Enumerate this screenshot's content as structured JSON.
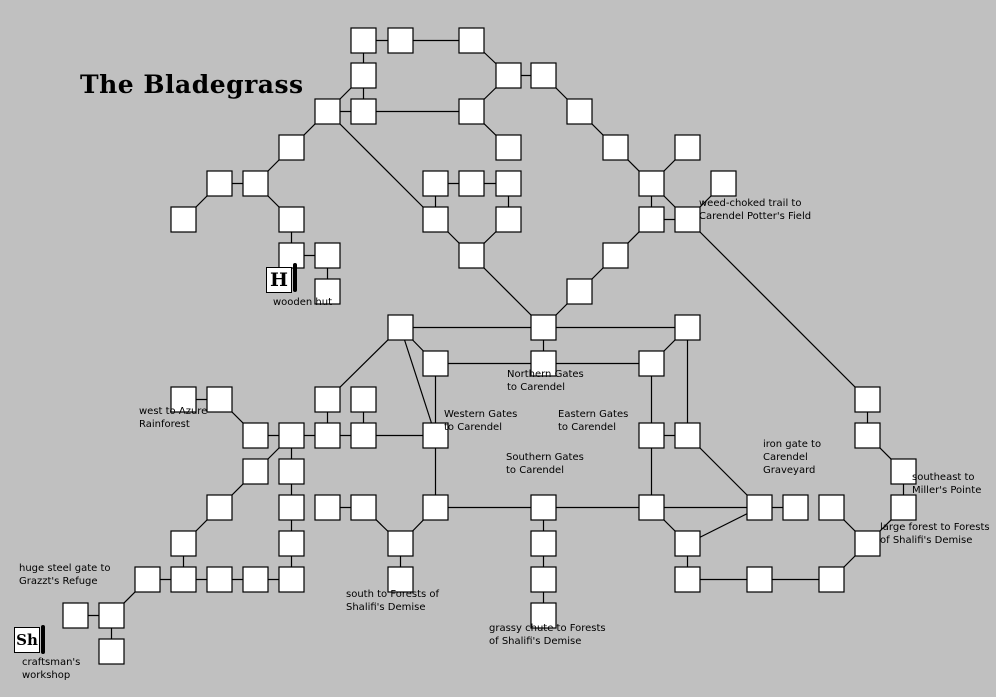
{
  "title": "The Bladegrass",
  "labels": {
    "wooden_hut": "wooden hut",
    "weed_choked": "weed-choked trail to\nCarendel Potter's Field",
    "northern_gates": "Northern Gates\nto Carendel",
    "western_gates": "Western Gates\nto Carendel",
    "eastern_gates": "Eastern Gates\nto Carendel",
    "southern_gates": "Southern Gates\nto Carendel",
    "west_azure": "west to Azure\nRainforest",
    "iron_gate": "iron gate to\nCarendel\nGraveyard",
    "southeast_millers": "southeast to\nMiller's Pointe",
    "large_forest": "large forest to Forests\nof Shalifi's Demise",
    "huge_steel_gate": "huge steel gate to\nGrazzt's Refuge",
    "south_forests": "south to Forests of\nShalifi's Demise",
    "grassy_chute": "grassy chute to Forests\nof Shalifi's Demise",
    "craftsmans_workshop": "craftsman's\nworkshop"
  },
  "shops": {
    "hut_symbol": "H",
    "workshop_symbol": "Sh"
  },
  "colors": {
    "background": "#c0c0c0",
    "room_fill": "#ffffff",
    "line": "#000000"
  }
}
